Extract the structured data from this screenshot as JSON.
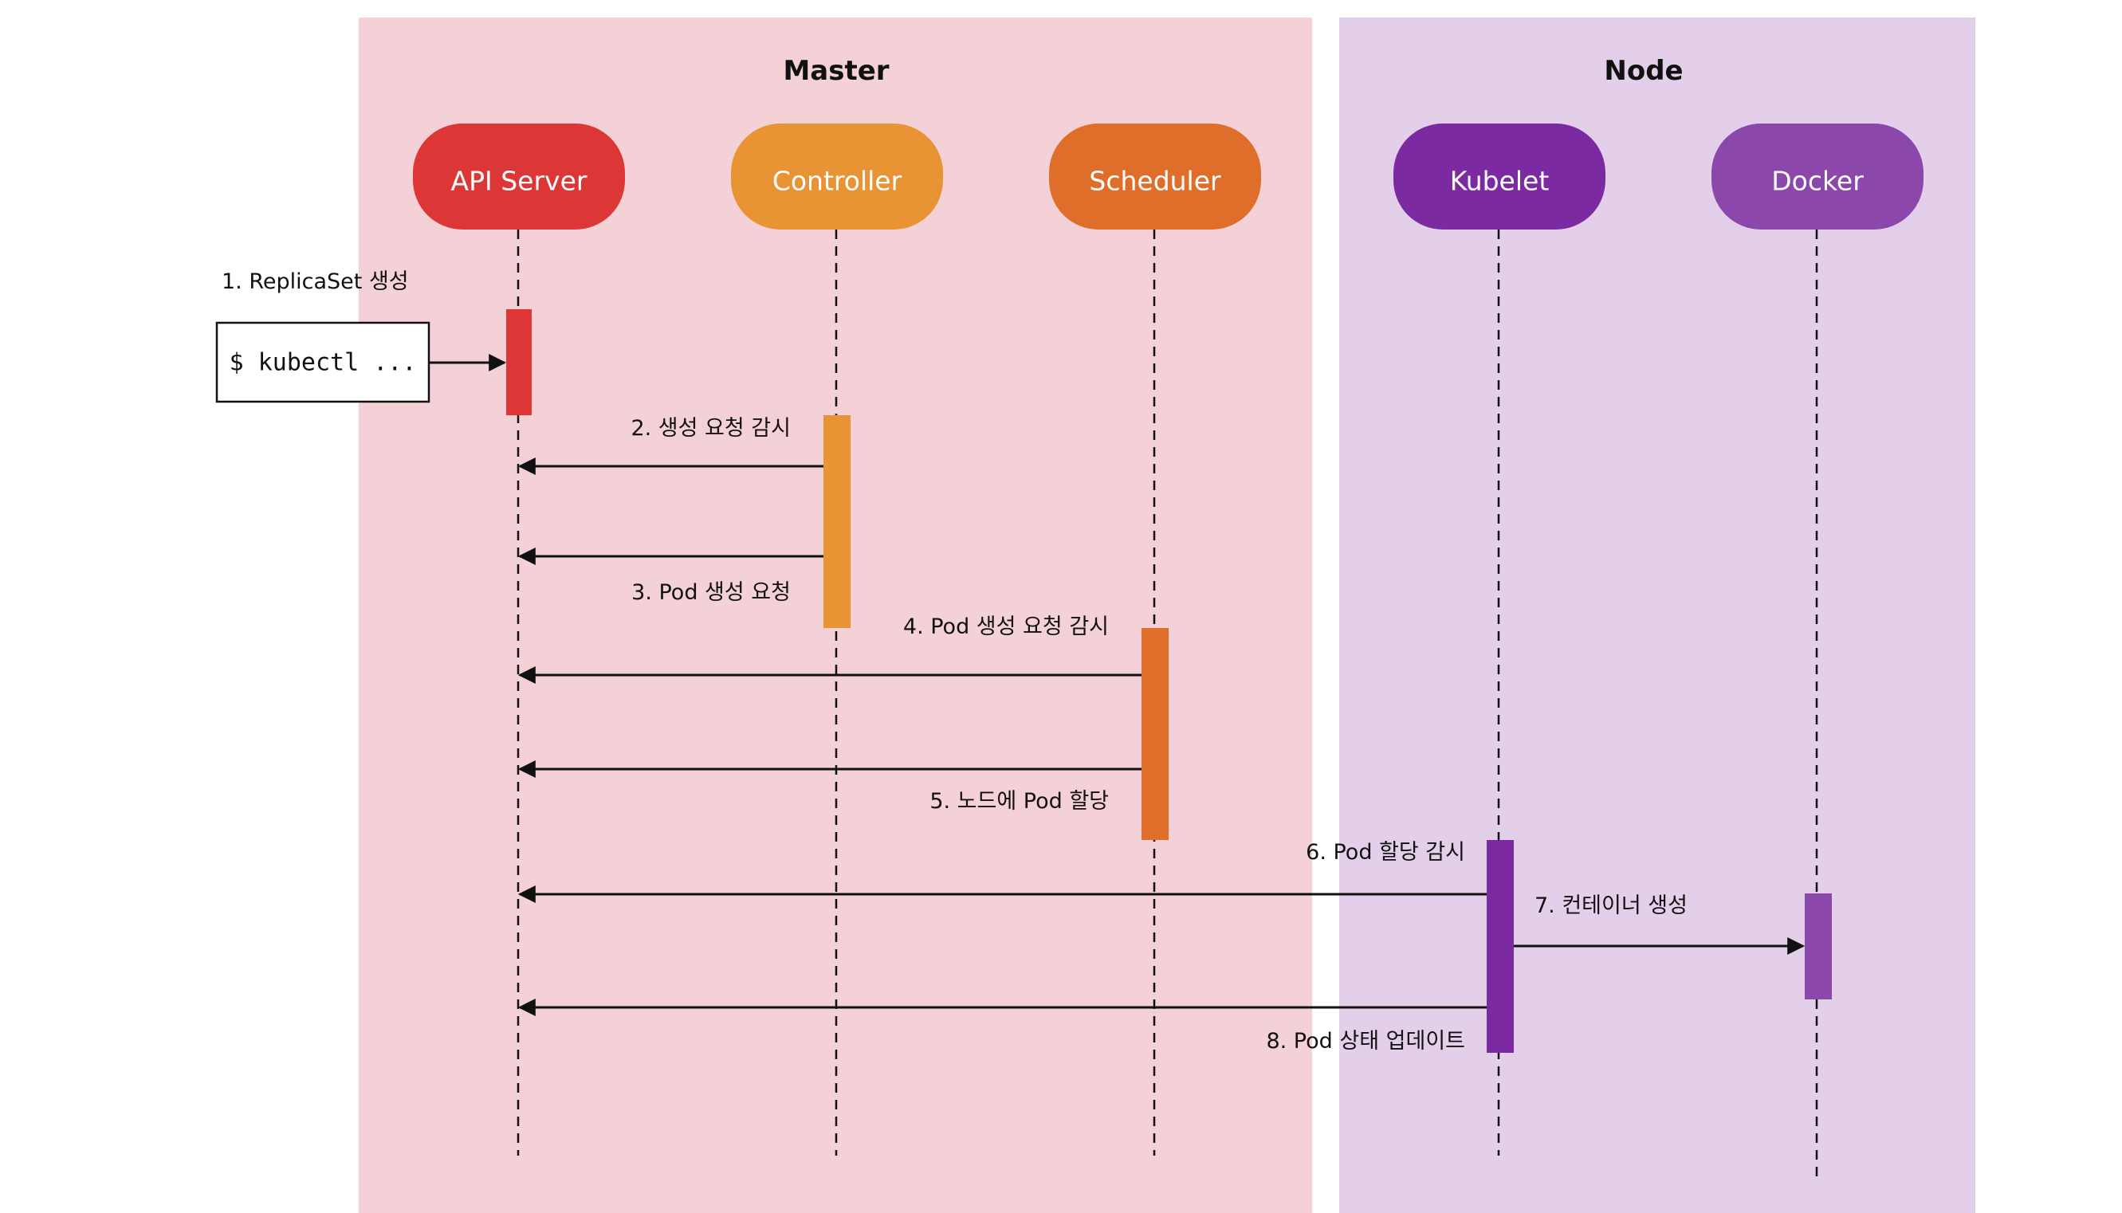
{
  "zones": [
    {
      "id": "master",
      "title": "Master",
      "color": "#f4d1d6"
    },
    {
      "id": "node",
      "title": "Node",
      "color": "#e3cfe9"
    }
  ],
  "actors": [
    {
      "id": "api",
      "label": "API Server",
      "color": "#dc3636"
    },
    {
      "id": "controller",
      "label": "Controller",
      "color": "#e99434"
    },
    {
      "id": "scheduler",
      "label": "Scheduler",
      "color": "#e06e2b"
    },
    {
      "id": "kubelet",
      "label": "Kubelet",
      "color": "#7b2aa1"
    },
    {
      "id": "docker",
      "label": "Docker",
      "color": "#8c47aa"
    }
  ],
  "command": {
    "text": "$ kubectl ..."
  },
  "messages": [
    {
      "from": "command",
      "to": "api",
      "label": "1. ReplicaSet 생성"
    },
    {
      "from": "controller",
      "to": "api",
      "label": "2. 생성 요청 감시"
    },
    {
      "from": "controller",
      "to": "api",
      "label": "3. Pod 생성 요청"
    },
    {
      "from": "scheduler",
      "to": "api",
      "label": "4. Pod 생성 요청 감시"
    },
    {
      "from": "scheduler",
      "to": "api",
      "label": "5. 노드에 Pod 할당"
    },
    {
      "from": "kubelet",
      "to": "api",
      "label": "6. Pod 할당 감시"
    },
    {
      "from": "kubelet",
      "to": "docker",
      "label": "7. 컨테이너 생성"
    },
    {
      "from": "kubelet",
      "to": "api",
      "label": "8. Pod 상태 업데이트"
    }
  ]
}
